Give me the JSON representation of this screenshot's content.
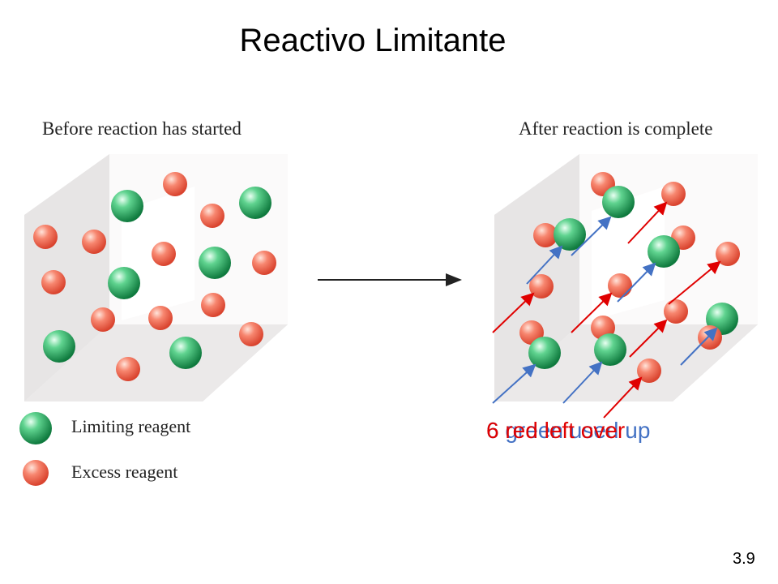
{
  "title": "Reactivo Limitante",
  "before_caption": "Before reaction has started",
  "after_caption": "After reaction is complete",
  "legend": [
    {
      "label": "Limiting reagent",
      "color": "green"
    },
    {
      "label": "Excess reagent",
      "color": "red"
    }
  ],
  "annotations": {
    "green_text": "6 green used up",
    "red_text": "6 red left over",
    "green_color": "#4472c4",
    "red_color": "#e00000"
  },
  "slide_number": "3.9",
  "counts": {
    "before_green": 6,
    "before_red": 12,
    "after_green": 6,
    "after_red": 12
  },
  "colors": {
    "green_sphere": "#2db36b",
    "red_sphere": "#f26b5b"
  }
}
